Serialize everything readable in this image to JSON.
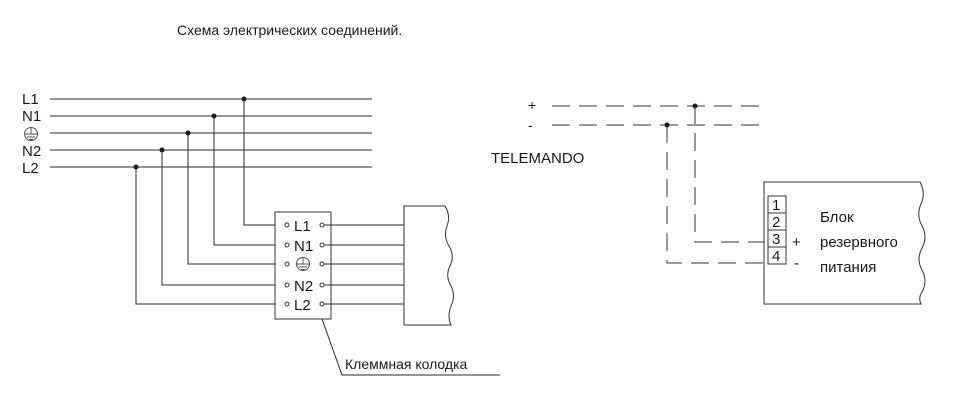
{
  "title": "Схема электрических соединений.",
  "mains": {
    "lines": [
      "L1",
      "N1",
      "N2",
      "L2"
    ],
    "ground_symbol": "protective-earth-icon"
  },
  "terminal_block": {
    "labels": [
      "L1",
      "N1",
      "N2",
      "L2"
    ],
    "ground_symbol": "protective-earth-icon",
    "caption": "Клеммная колодка"
  },
  "telemando": {
    "label": "TELEMANDO",
    "plus": "+",
    "minus": "-"
  },
  "backup_unit": {
    "terminals": [
      "1",
      "2",
      "3",
      "4"
    ],
    "polarity": [
      "+",
      "-"
    ],
    "name_lines": [
      "Блок",
      "резервного",
      "питания"
    ]
  }
}
